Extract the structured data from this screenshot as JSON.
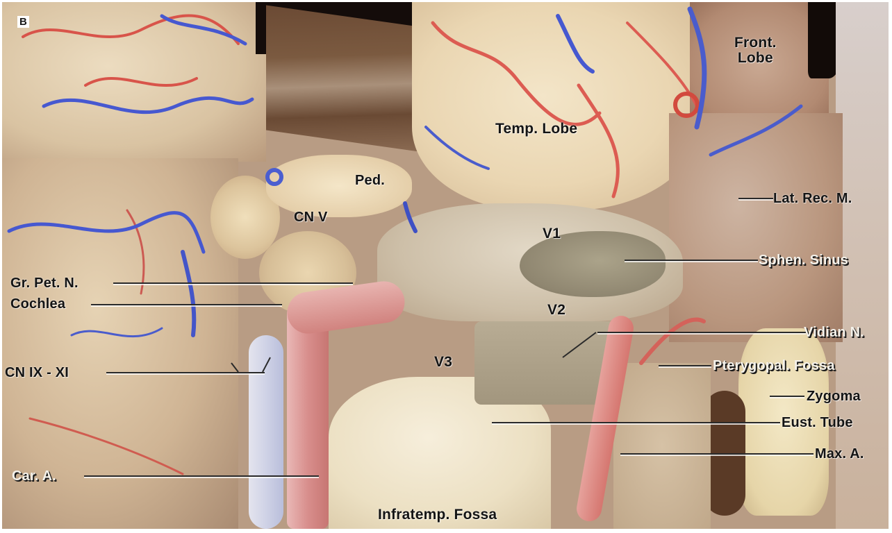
{
  "figure": {
    "panel_letter": "B",
    "labels": {
      "front_lobe_line1": "Front.",
      "front_lobe_line2": "Lobe",
      "temp_lobe": "Temp. Lobe",
      "ped": "Ped.",
      "cn_v": "CN V",
      "lat_rec_m": "Lat. Rec. M.",
      "v1": "V1",
      "sphen_sinus": "Sphen. Sinus",
      "gr_pet_n": "Gr. Pet. N.",
      "cochlea": "Cochlea",
      "v2": "V2",
      "vidian_n": "Vidian N.",
      "cn_ix_xi": "CN IX - XI",
      "v3": "V3",
      "pterygopal_fossa": "Pterygopal. Fossa",
      "zygoma": "Zygoma",
      "eust_tube": "Eust. Tube",
      "max_a": "Max. A.",
      "car_a": "Car. A.",
      "infratemp_fossa": "Infratemp. Fossa"
    },
    "colors": {
      "artery": "#d96a5e",
      "vein": "#4a5cc8",
      "brain": "#e8d6b6",
      "retractor": "#5a3e2c",
      "cavity": "#1a100c",
      "bone": "#efe4c6",
      "label_dark": "#141414",
      "label_light": "#f4f1ea"
    }
  }
}
